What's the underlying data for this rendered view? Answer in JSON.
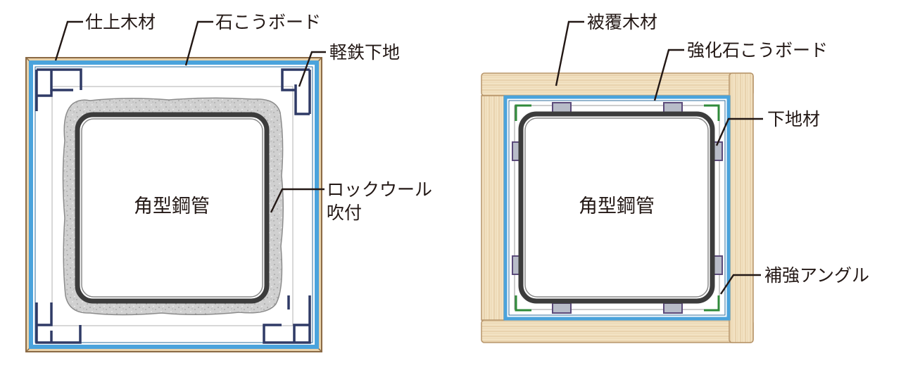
{
  "left_diagram": {
    "labels": {
      "finish_wood": "仕上木材",
      "gypsum_board": "石こうボード",
      "light_steel_frame": "軽鉄下地",
      "rockwool_line1": "ロックウール",
      "rockwool_line2": "吹付",
      "center": "角型鋼管"
    }
  },
  "right_diagram": {
    "labels": {
      "covering_wood": "被覆木材",
      "reinforced_gypsum_board": "強化石こうボード",
      "substrate": "下地材",
      "reinforcing_angle": "補強アングル",
      "center": "角型鋼管"
    }
  },
  "colors": {
    "wood_light": "#f1dfbd",
    "wood_frame": "#d9b98c",
    "board_blue": "#4aa3dc",
    "steel_dark": "#3c3c3c",
    "steel_inner": "#8a8a8a",
    "rockwool_gray": "#cfcfcf",
    "stud_navy": "#2f3a66",
    "angle_green": "#2f8a3a",
    "bolt_gray": "#b8bcc8",
    "outline": "#8b6a45",
    "text": "#231815"
  }
}
